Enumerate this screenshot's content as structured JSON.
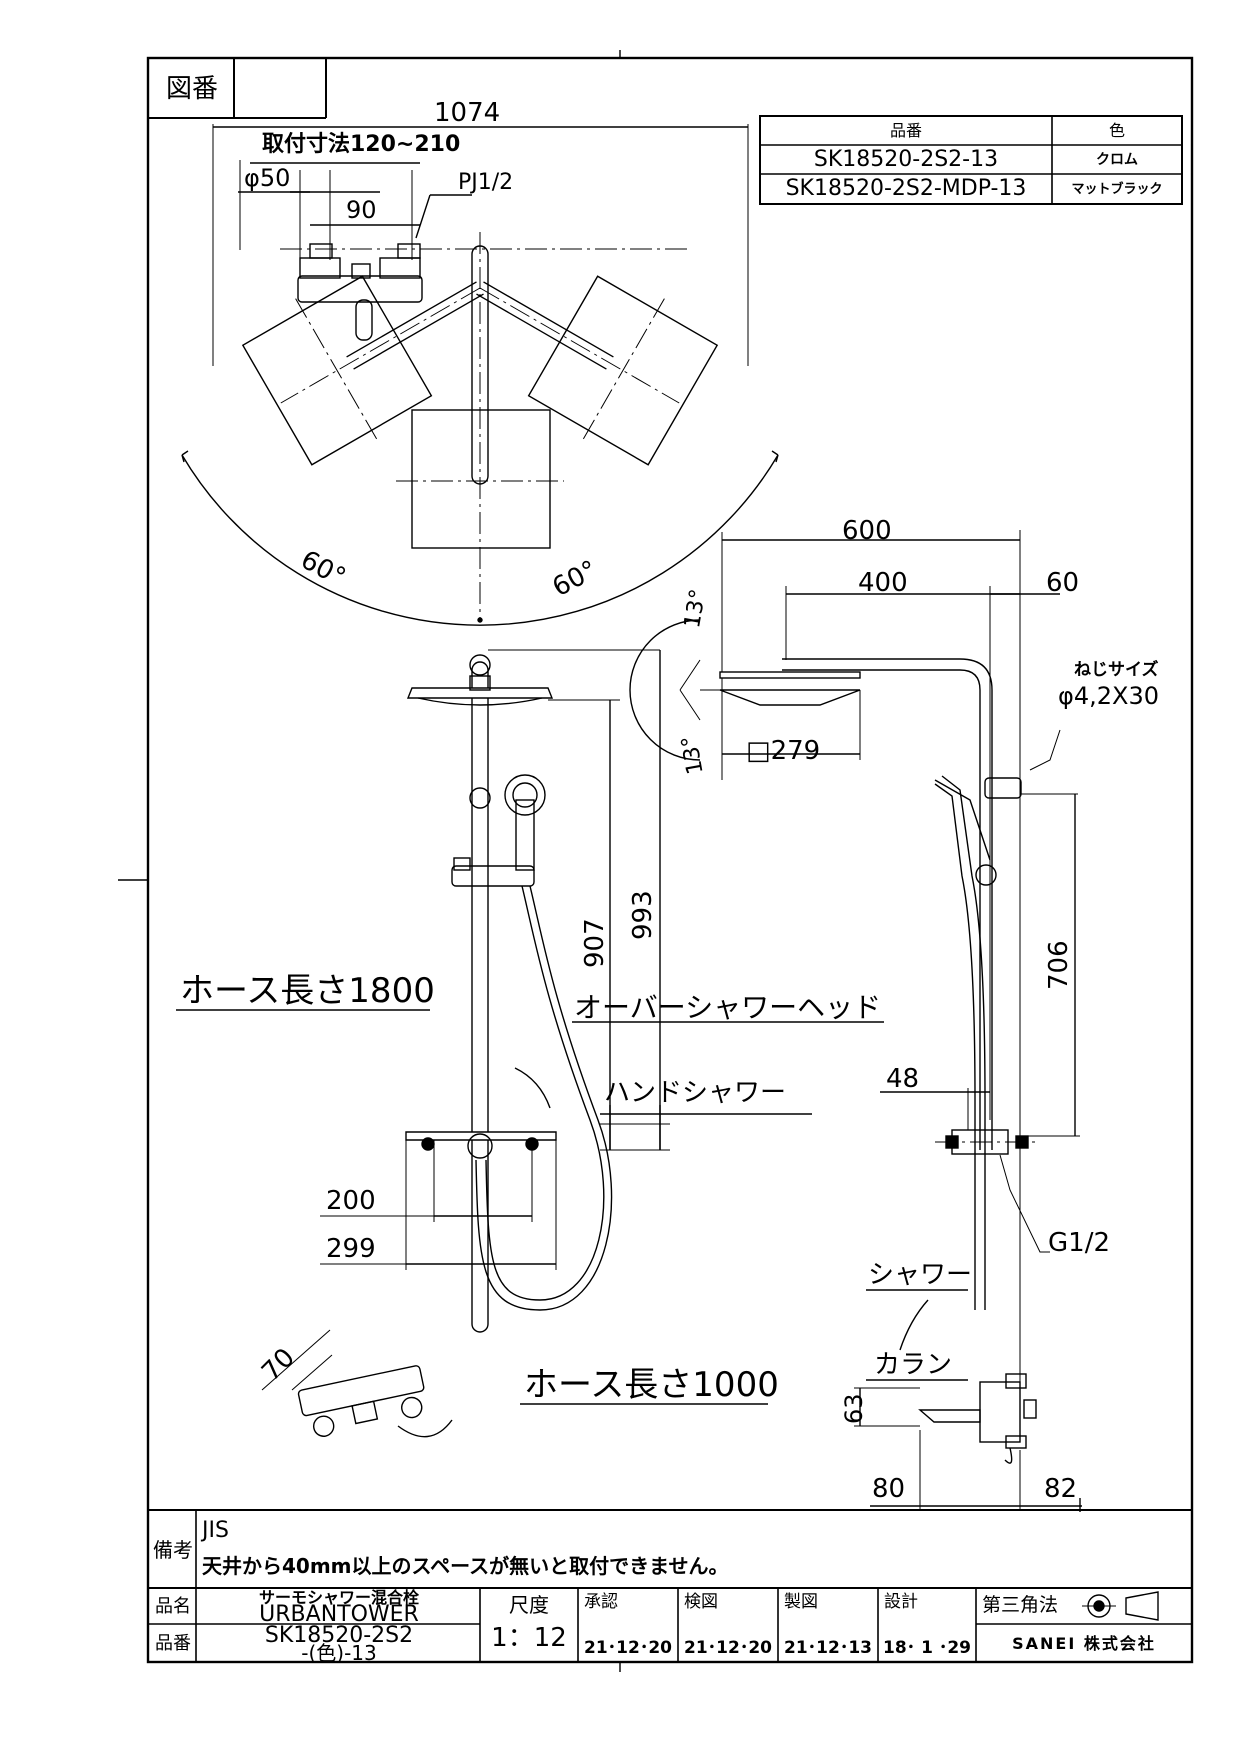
{
  "header": {
    "zuban_label": "図番",
    "zuban_value": ""
  },
  "parts_table": {
    "col_part": "品番",
    "col_color": "色",
    "rows": [
      {
        "part": "SK18520-2S2-13",
        "color": "クロム"
      },
      {
        "part": "SK18520-2S2-MDP-13",
        "color": "マットブラック"
      }
    ]
  },
  "top_view": {
    "overall_width": "1074",
    "mount_range": "取付寸法120~210",
    "diameter": "φ50",
    "pitch": "90",
    "thread": "PJ1/2",
    "angle_left": "60°",
    "angle_right": "60°"
  },
  "side_view": {
    "width_600": "600",
    "width_400": "400",
    "width_60": "60",
    "screw_label": "ねじサイズ",
    "screw_size": "φ4,2X30",
    "tilt_up": "13°",
    "tilt_down": "13°",
    "head_size": "□279",
    "h_706": "706",
    "w_48": "48",
    "g_half": "G1/2",
    "shower": "シャワー",
    "karan": "カラン",
    "h_63": "63",
    "w_80": "80",
    "w_82": "82"
  },
  "front_view": {
    "h_907": "907",
    "h_993": "993",
    "hose_1800": "ホース長さ1800",
    "overhead": "オーバーシャワーヘッド",
    "hand": "ハンドシャワー",
    "w_200": "200",
    "w_299": "299",
    "angle_70": "70",
    "hose_1000": "ホース長さ1000"
  },
  "notes": {
    "label": "備考",
    "standard": "JIS",
    "text": "天井から40mm以上のスペースが無いと取付できません。"
  },
  "title_block": {
    "name_label": "品名",
    "name_line1": "サーモシャワー混合栓",
    "name_line2": "URBANTOWER",
    "number_label": "品番",
    "number_line1": "SK18520-2S2",
    "number_line2": "-(色)-13",
    "scale_label": "尺度",
    "scale_value": "1：12",
    "approve_label": "承認",
    "approve_date": "21･12･20",
    "check_label": "検図",
    "check_date": "21･12･20",
    "draw_label": "製図",
    "draw_date": "21･12･13",
    "design_label": "設計",
    "design_date": "18･ 1 ･29",
    "projection": "第三角法",
    "company": "SANEI 株式会社"
  }
}
